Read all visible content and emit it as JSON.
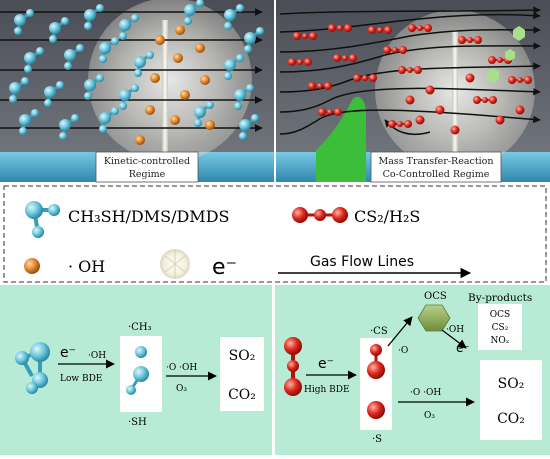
{
  "top_left": {
    "label_line1": "Kinetic-controlled",
    "label_line2": "Regime"
  },
  "top_right": {
    "label_line1": "Mass Transfer-Reaction",
    "label_line2": "Co-Controlled Regime"
  },
  "legend": {
    "molecule_label": "CH₃SH/DMS/DMDS",
    "cs2_label": "CS₂/H₂S",
    "oh_label": "· OH",
    "electron_label": "e⁻",
    "flow_label": "Gas Flow Lines"
  },
  "bottom_left": {
    "ch3": "·CH₃",
    "sh": "·SH",
    "e_label": "e⁻",
    "oh_label": "·OH",
    "bde_label": "Low BDE",
    "o_oh": "·O  ·OH",
    "o3": "O₃",
    "so2": "SO₂",
    "co2": "CO₂"
  },
  "bottom_right": {
    "cs": "·CS",
    "s": "·S",
    "o_small": "·O",
    "e_label": "e⁻",
    "bde_label": "High BDE",
    "ocs": "OCS",
    "oh_small": "·OH",
    "e_small": "e⁻",
    "byproducts_title": "By-products",
    "byproducts": [
      "OCS",
      "CS₂",
      "NOₓ"
    ],
    "o_oh": "·O  ·OH",
    "o3": "O₃",
    "so2": "SO₂",
    "co2": "CO₂"
  }
}
